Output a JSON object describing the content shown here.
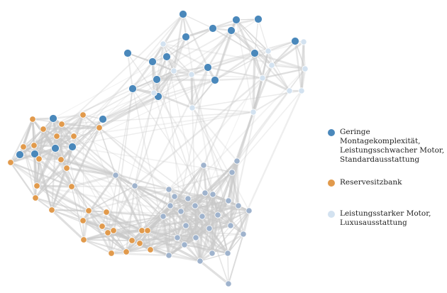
{
  "legend": [
    {
      "label": "Geringe Montagekomplexität,\nLeistungsschwacher Motor,\nStandardausstattung",
      "color": "#4a88bb"
    },
    {
      "label": "Reservesitzbank",
      "color": "#e19a4c"
    },
    {
      "label": "Leistungsstarker Motor,\nLuxusausstattung",
      "color": "#d3e2f0"
    }
  ],
  "colors": {
    "edge": "#c9c9c9",
    "node_gray_blue": "#9fb3cd",
    "node_stroke": "#ffffff"
  }
}
